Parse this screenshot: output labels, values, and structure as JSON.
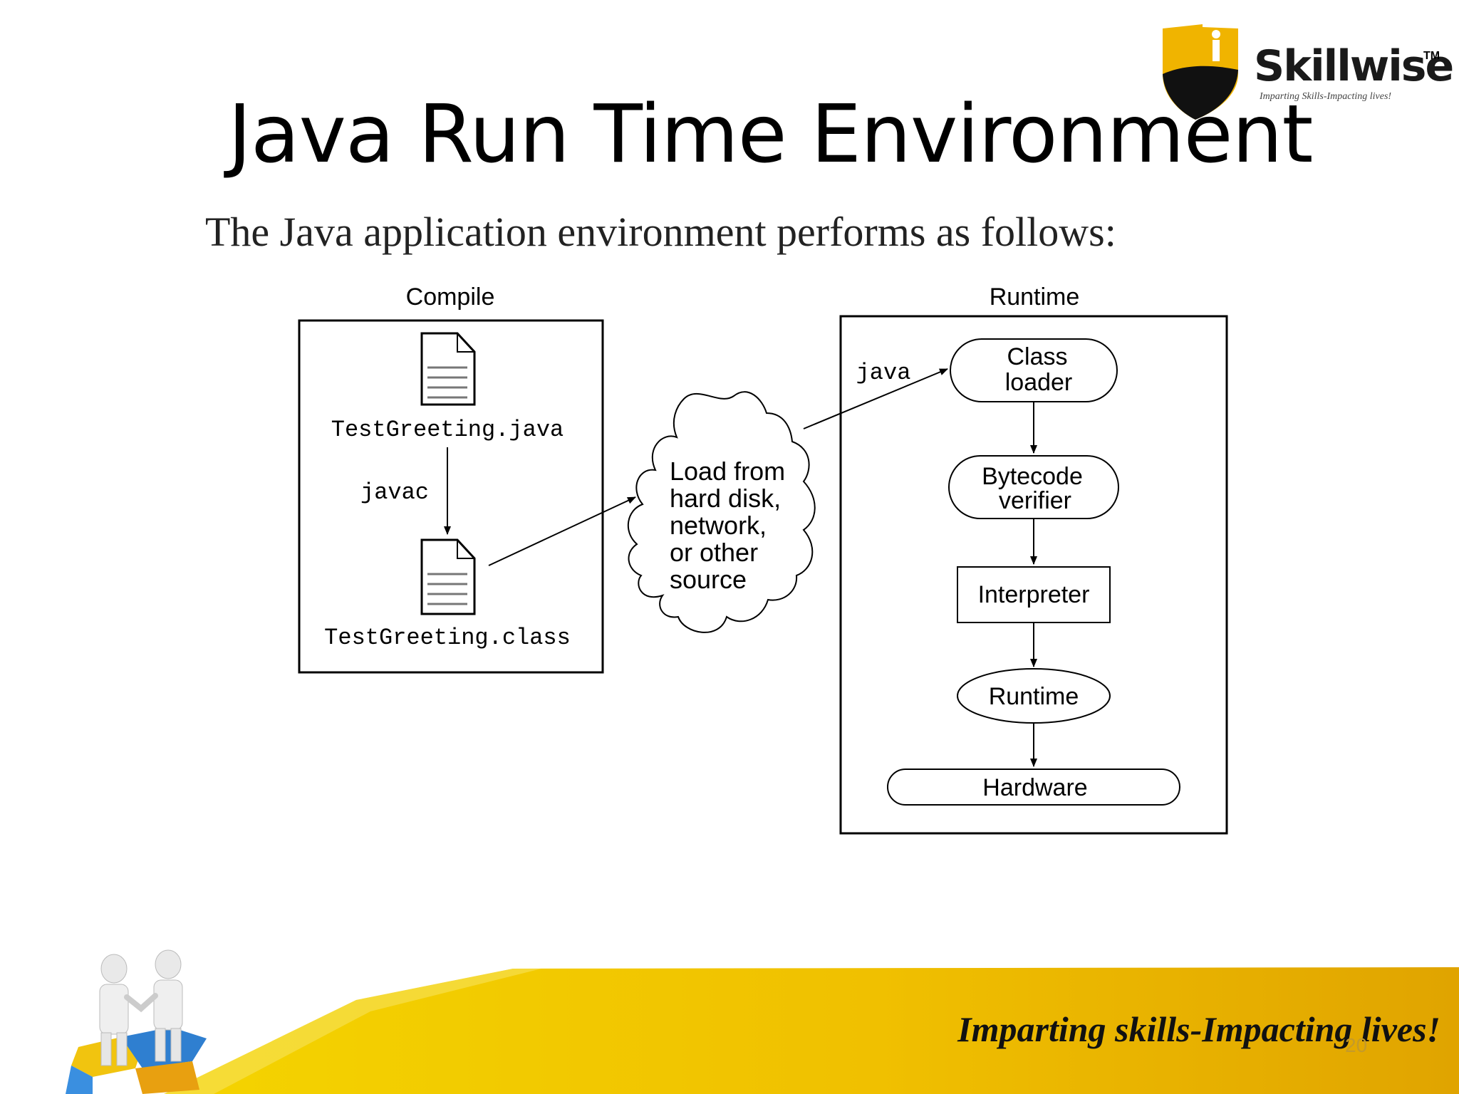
{
  "slide": {
    "title": "Java Run Time Environment",
    "subtitle": "The Java application environment performs as follows:",
    "page_number": "20"
  },
  "logo": {
    "name": "Skillwise",
    "trademark": "TM",
    "tagline": "Imparting Skills-Impacting lives!"
  },
  "footer": {
    "tagline": "Imparting skills-Impacting lives!"
  },
  "diagram": {
    "compile_heading": "Compile",
    "runtime_heading": "Runtime",
    "source_file": "TestGreeting.java",
    "compiler_label": "javac",
    "class_file": "TestGreeting.class",
    "cloud_lines": [
      "Load from",
      "hard disk,",
      "network,",
      "or other",
      "source"
    ],
    "launcher_label": "java",
    "class_loader_lines": [
      "Class",
      "loader"
    ],
    "verifier_lines": [
      "Bytecode",
      "verifier"
    ],
    "interpreter": "Interpreter",
    "runtime_node": "Runtime",
    "hardware": "Hardware"
  },
  "colors": {
    "footer_gold": "#e8b800",
    "footer_yellow": "#f4d400",
    "page_number": "#c49a2a"
  }
}
